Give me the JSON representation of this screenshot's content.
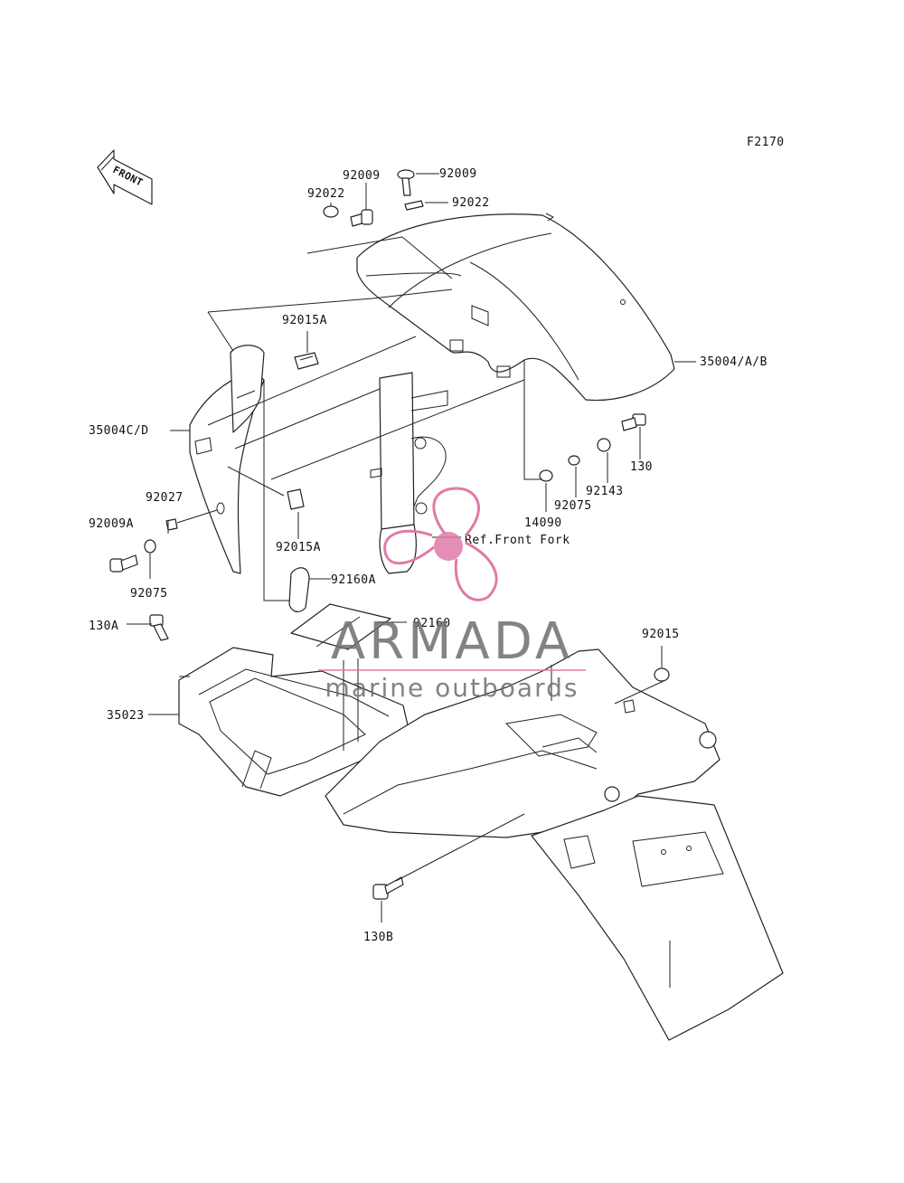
{
  "figure_code": "F2170",
  "front_arrow_text": "FRONT",
  "watermark": {
    "brand": "ARMADA",
    "tagline": "marine outboards",
    "accent": "#e07aa8",
    "text_color": "#6e6e6e"
  },
  "labels": {
    "p92009_left": "92009",
    "p92009_right": "92009",
    "p92022_left": "92022",
    "p92022_right": "92022",
    "p92015A_top": "92015A",
    "p35004AB": "35004/A/B",
    "p35004CD": "35004C/D",
    "p130": "130",
    "p92143": "92143",
    "p92075_right": "92075",
    "p14090": "14090",
    "p92027": "92027",
    "p92009A": "92009A",
    "p92075_left": "92075",
    "p92015A_bottom": "92015A",
    "ref_front_fork": "Ref.Front Fork",
    "p92160A": "92160A",
    "p92160": "92160",
    "p130A": "130A",
    "p92015": "92015",
    "p35023": "35023",
    "p130B": "130B"
  }
}
